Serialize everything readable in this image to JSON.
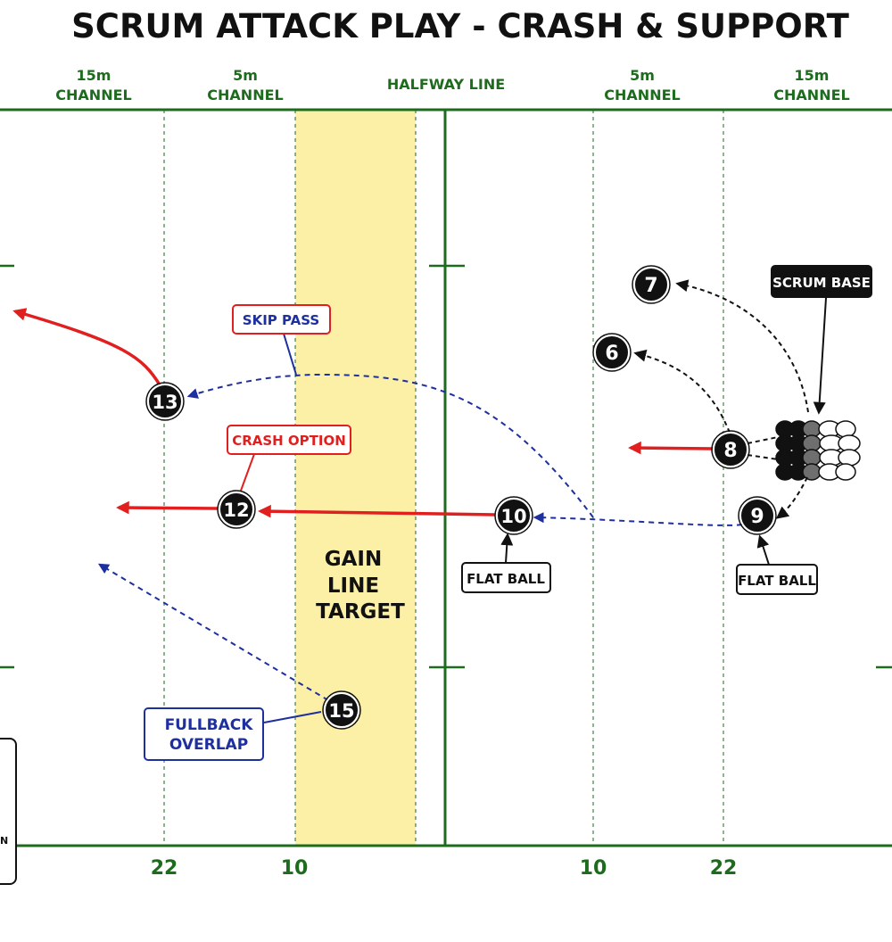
{
  "title": "SCRUM ATTACK PLAY - CRASH & SUPPORT",
  "colors": {
    "line_green": "#1d6b1d",
    "label_green": "#1d6b1d",
    "gain_yellow": "#fbf0a6",
    "run_red": "#e11f1f",
    "pass_blue": "#1e2f9e",
    "support_black": "#111111",
    "scrum_grey": "#6f6f6f"
  },
  "channels": [
    {
      "line1": "15m",
      "line2": "CHANNEL"
    },
    {
      "line1": "5m",
      "line2": "CHANNEL"
    },
    {
      "line1": "HALFWAY LINE",
      "line2": ""
    },
    {
      "line1": "5m",
      "line2": "CHANNEL"
    },
    {
      "line1": "15m",
      "line2": "CHANNEL"
    }
  ],
  "distance_labels": [
    "22",
    "10",
    "10",
    "22"
  ],
  "gain_line": {
    "line1": "GAIN",
    "line2": "LINE",
    "line3": "TARGET"
  },
  "players": [
    "7",
    "6",
    "8",
    "9",
    "10",
    "12",
    "13",
    "15"
  ],
  "callouts": {
    "scrum_base": "SCRUM BASE",
    "skip_pass": "SKIP PASS",
    "crash_option": "CRASH OPTION",
    "flat_ball_10": "FLAT BALL",
    "flat_ball_9": "FLAT BALL",
    "fullback_overlap_1": "FULLBACK",
    "fullback_overlap_2": "OVERLAP",
    "legend_fragment": "N"
  },
  "icons": {
    "run_arrow": "arrow-right-icon",
    "pass_arrow": "dashed-arrow-icon"
  }
}
